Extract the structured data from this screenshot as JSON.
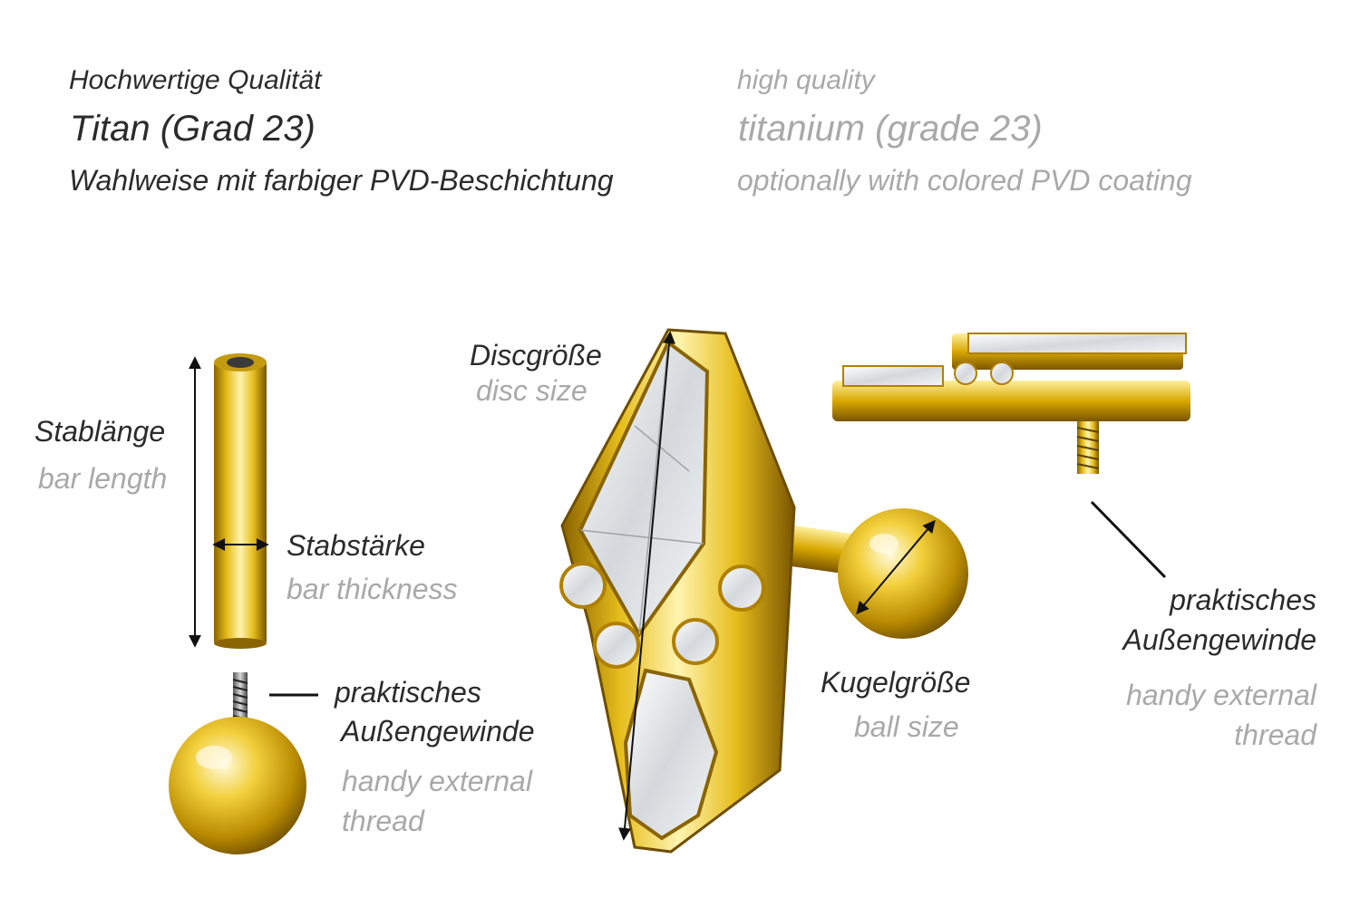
{
  "header": {
    "de_line1": "Hochwertige Qualität",
    "de_line2": "Titan (Grad 23)",
    "de_line3": "Wahlweise mit farbiger PVD-Beschichtung",
    "en_line1": "high quality",
    "en_line2": "titanium (grade 23)",
    "en_line3": "optionally with colored PVD coating"
  },
  "labels": {
    "bar_length_de": "Stablänge",
    "bar_length_en": "bar length",
    "bar_thickness_de": "Stabstärke",
    "bar_thickness_en": "bar thickness",
    "thread_left_de_1": "praktisches",
    "thread_left_de_2": "Außengewinde",
    "thread_left_en_1": "handy external",
    "thread_left_en_2": "thread",
    "disc_size_de": "Discgröße",
    "disc_size_en": "disc size",
    "ball_size_de": "Kugelgröße",
    "ball_size_en": "ball size",
    "thread_right_de_1": "praktisches",
    "thread_right_de_2": "Außengewinde",
    "thread_right_en_1": "handy external",
    "thread_right_en_2": "thread"
  },
  "colors": {
    "text_dark": "#2b2b2b",
    "text_grey": "#a9a9a9",
    "gold_light": "#fff2a8",
    "gold_mid": "#e6bd1c",
    "gold_dark": "#8a6400"
  }
}
